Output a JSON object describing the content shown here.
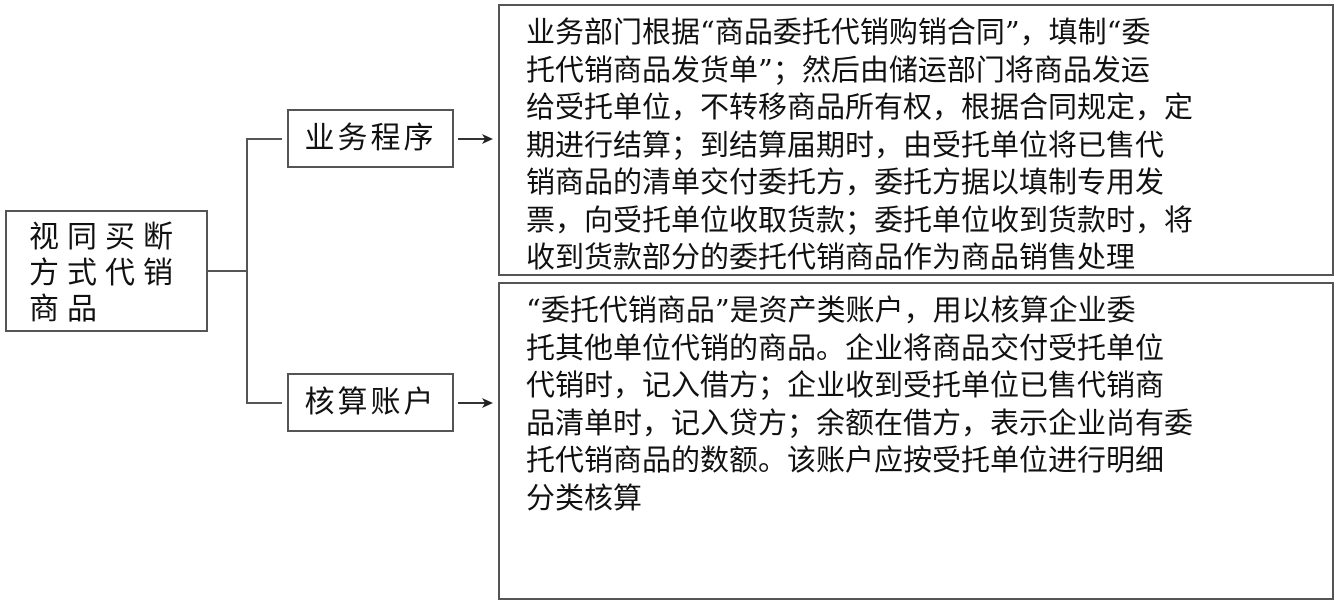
{
  "diagram": {
    "root": {
      "label": "视同买断方式代销商品"
    },
    "branches": [
      {
        "label": "业务程序",
        "detail": "业务部门根据“商品委托代销购销合同”，填制“委托代销商品发货单”；然后由储运部门将商品发运给受托单位，不转移商品所有权，根据合同规定，定期进行结算；到结算届期时，由受托单位将已售代销商品的清单交付委托方，委托方据以填制专用发票，向受托单位收取货款；委托单位收到货款时，将收到货款部分的委托代销商品作为商品销售处理"
      },
      {
        "label": "核算账户",
        "detail": "“委托代销商品”是资产类账户，用以核算企业委托其他单位代销的商品。企业将商品交付受托单位代销时，记入借方；企业收到受托单位已售代销商品清单时，记入贷方；余额在借方，表示企业尚有委托代销商品的数额。该账户应按受托单位进行明细分类核算"
      }
    ],
    "colors": {
      "stroke": "#555555",
      "text": "#111111",
      "background": "#ffffff"
    },
    "icons": {
      "connector_arrow": "arrow-right-icon"
    }
  }
}
